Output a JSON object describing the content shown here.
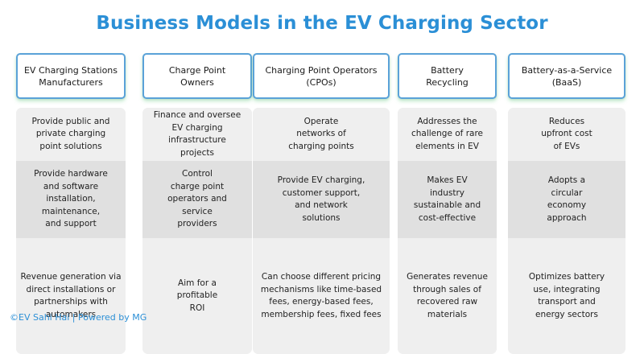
{
  "title": "Business Models in the EV Charging Sector",
  "columns": [
    {
      "header": "EV Charging Stations\nManufacturers",
      "rows": [
        "Provide public and\nprivate charging\npoint solutions",
        "Provide hardware\nand software\ninstallation,\nmaintenance,\nand support",
        "Revenue generation via\ndirect installations or\npartnerships with\nautomakers"
      ]
    },
    {
      "header": "Charge Point\nOwners",
      "rows": [
        "Finance and oversee\nEV charging\ninfrastructure\nprojects",
        "Control\ncharge point\noperators and\nservice\nproviders",
        "Aim for a\nprofitable\nROI"
      ]
    },
    {
      "header": "Charging Point Operators\n(CPOs)",
      "rows": [
        "Operate\nnetworks of\ncharging points",
        "Provide EV charging,\ncustomer support,\nand network\nsolutions",
        "Can choose different pricing\nmechanisms like time-based\nfees, energy-based fees,\nmembership fees, fixed fees"
      ]
    },
    {
      "header": "Battery\nRecycling",
      "rows": [
        "Addresses the\nchallenge of rare\nelements in EV",
        "Makes EV\nindustry\nsustainable and\ncost-effective",
        "Generates revenue\nthrough sales of\nrecovered raw\nmaterials"
      ]
    },
    {
      "header": "Battery-as-a-Service\n(BaaS)",
      "rows": [
        "Reduces\nupfront cost\nof EVs",
        "Adopts a\ncircular\neconomy\napproach",
        "Optimizes battery\nuse, integrating\ntransport and\nenergy sectors"
      ]
    }
  ],
  "footer": "©EV Sahi Hai | Powered by MG",
  "colors": {
    "title": "#2b8fd6",
    "header_border": "#5aa2d8",
    "header_glow": "#5ac878",
    "cell_light": "#efefef",
    "cell_dark": "#e0e0e0"
  }
}
